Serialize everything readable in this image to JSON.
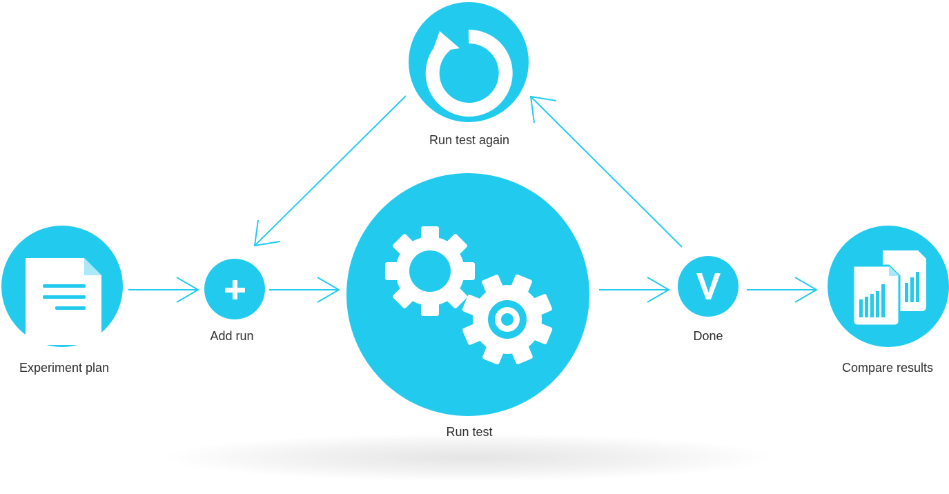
{
  "colors": {
    "accent": "#22CBEE",
    "icon_fill": "#ffffff",
    "label_text": "#2f2f2f"
  },
  "nodes": {
    "experiment_plan": {
      "label": "Experiment plan",
      "icon": "document-icon"
    },
    "add_run": {
      "label": "Add run",
      "icon": "plus-icon"
    },
    "run_test": {
      "label": "Run test",
      "icon": "gears-icon"
    },
    "run_test_again": {
      "label": "Run test again",
      "icon": "refresh-icon"
    },
    "done": {
      "label": "Done",
      "icon": "checkmark-icon"
    },
    "compare_results": {
      "label": "Compare results",
      "icon": "bar-chart-documents-icon"
    }
  },
  "edges": [
    {
      "from": "experiment_plan",
      "to": "add_run"
    },
    {
      "from": "add_run",
      "to": "run_test"
    },
    {
      "from": "run_test",
      "to": "done"
    },
    {
      "from": "done",
      "to": "compare_results"
    },
    {
      "from": "done",
      "to": "run_test_again"
    },
    {
      "from": "run_test_again",
      "to": "add_run"
    }
  ]
}
